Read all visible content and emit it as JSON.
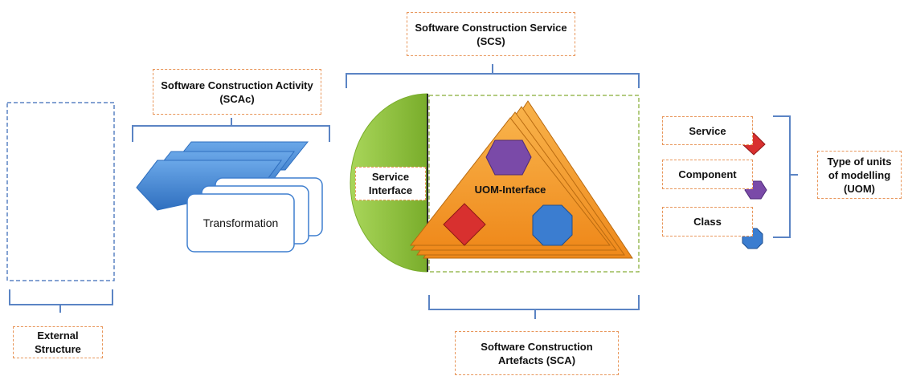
{
  "labels": {
    "scs": "Software Construction Service (SCS)",
    "scac": "Software Construction Activity (SCAc)",
    "sca": "Software Construction Artefacts (SCA)",
    "external": "External Structure",
    "uom": "Type of units of modelling (UOM)",
    "service_interface": "Service Interface",
    "uom_interface": "UOM-Interface",
    "transformation": "Transformation"
  },
  "legend": {
    "service": "Service",
    "component": "Component",
    "class": "Class"
  },
  "colors": {
    "dashed_orange": "#e8965a",
    "dashed_blue": "#5b84c4",
    "dashed_green": "#9bbb59",
    "bracket": "#5b84c4",
    "blue_shape": "#3f7fcf",
    "green_half": "#8fc43a",
    "orange_triangle": "#f39a2b",
    "red_diamond": "#d8302f",
    "purple_hex": "#7a4aa8",
    "blue_octagon": "#3b7dd0"
  },
  "icons": {
    "service": "red-diamond",
    "component": "purple-hexagon",
    "class": "blue-octagon"
  }
}
